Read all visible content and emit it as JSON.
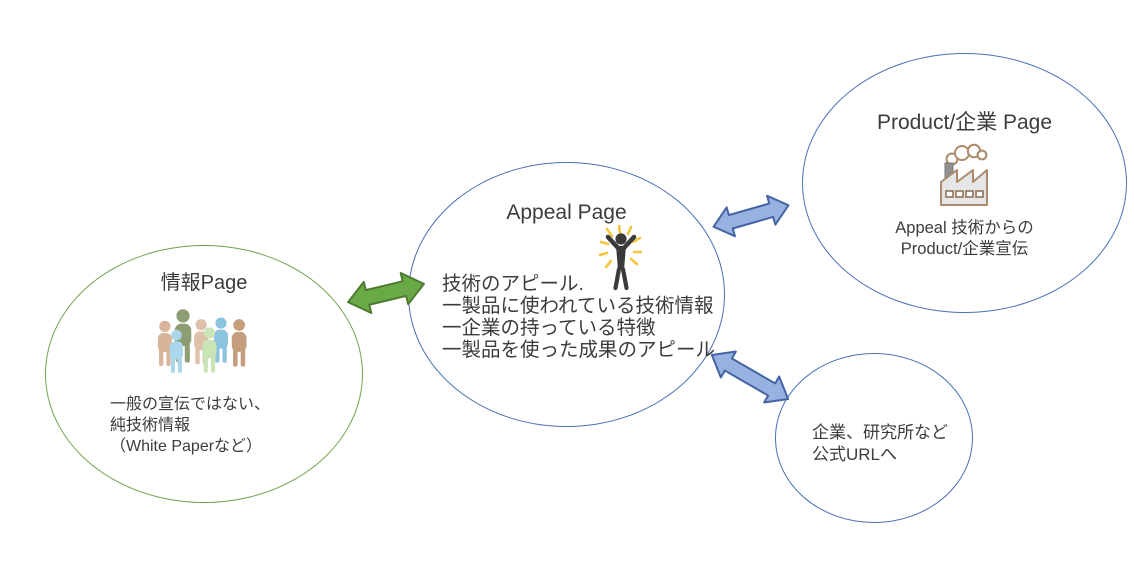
{
  "canvas": {
    "background": "#ffffff"
  },
  "nodes": {
    "info": {
      "title": "情報Page",
      "lines": [
        "一般の宣伝ではない、",
        "純技術情報",
        "（White Paperなど）"
      ],
      "icon": "people-group-icon",
      "border_color": "#6fa352"
    },
    "appeal": {
      "title": "Appeal Page",
      "lines": [
        "技術のアピール.",
        "一製品に使われている技術情報",
        "一企業の持っている特徴",
        "一製品を使った成果のアピール"
      ],
      "icon": "cheering-person-icon",
      "border_color": "#4a70b8"
    },
    "product": {
      "title": "Product/企業 Page",
      "lines": [
        "Appeal 技術からの",
        "Product/企業宣伝"
      ],
      "icon": "factory-icon",
      "border_color": "#4a70b8"
    },
    "official_url": {
      "lines": [
        "企業、研究所など",
        "公式URLへ"
      ],
      "border_color": "#4a70b8"
    }
  },
  "connectors": [
    {
      "id": "info-appeal",
      "type": "double-arrow",
      "fill": "#6aaa46",
      "stroke": "#4e7a30"
    },
    {
      "id": "appeal-product",
      "type": "double-arrow",
      "fill": "#97b1e0",
      "stroke": "#4463a5"
    },
    {
      "id": "appeal-official-url",
      "type": "double-arrow",
      "fill": "#97b1e0",
      "stroke": "#4463a5"
    }
  ]
}
